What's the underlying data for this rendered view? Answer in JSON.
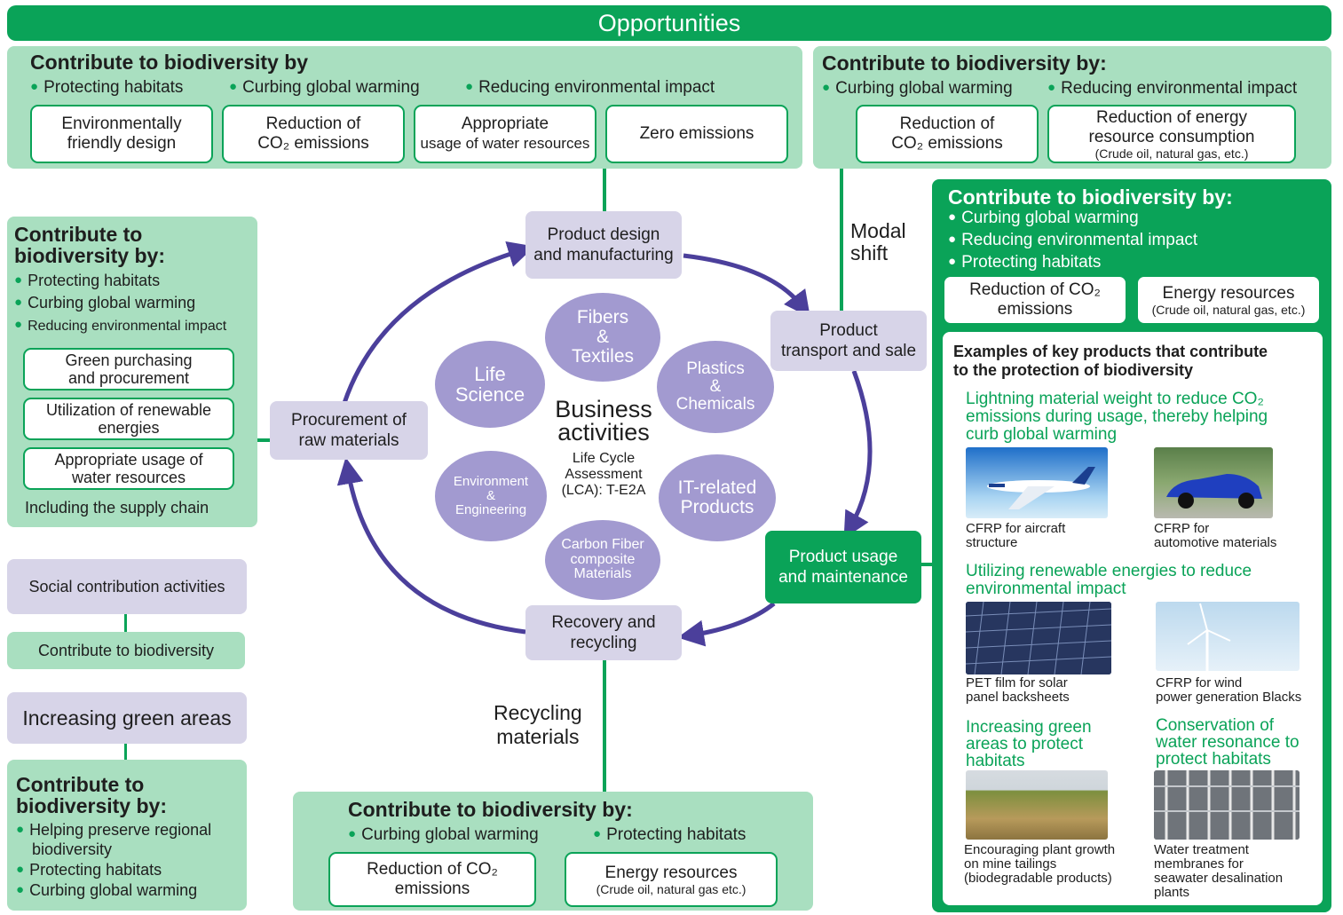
{
  "banner": "Opportunities",
  "top_left": {
    "title": "Contribute to biodiversity by",
    "bullets": [
      "Protecting habitats",
      "Curbing global warming",
      "Reducing environmental impact"
    ],
    "boxes": [
      {
        "l1": "Environmentally",
        "l2": "friendly design"
      },
      {
        "l1": "Reduction of",
        "l2": "CO₂ emissions"
      },
      {
        "l1": "Appropriate",
        "l2": "usage of water resources"
      },
      {
        "l1": "Zero emissions"
      }
    ]
  },
  "top_right": {
    "title": "Contribute to biodiversity by:",
    "bullets": [
      "Curbing global warming",
      "Reducing environmental impact"
    ],
    "boxes": [
      {
        "l1": "Reduction of",
        "l2": "CO₂ emissions"
      },
      {
        "l1": "Reduction of energy",
        "l2": "resource consumption",
        "l3": "(Crude oil, natural gas, etc.)"
      }
    ]
  },
  "left_panel": {
    "title_l1": "Contribute to",
    "title_l2": "biodiversity by:",
    "bullets": [
      "Protecting habitats",
      "Curbing global warming",
      "Reducing environmental impact"
    ],
    "boxes": [
      {
        "l1": "Green purchasing",
        "l2": "and procurement"
      },
      {
        "l1": "Utilization of renewable",
        "l2": "energies"
      },
      {
        "l1": "Appropriate usage of",
        "l2": "water resources"
      }
    ],
    "footer": "Including the supply chain"
  },
  "social": {
    "activities": "Social contribution activities",
    "contribute": "Contribute to biodiversity",
    "green_areas": "Increasing green areas"
  },
  "bottom_left": {
    "title_l1": "Contribute to",
    "title_l2": "biodiversity by:",
    "bullets": [
      "Helping preserve regional",
      "biodiversity",
      "Protecting habitats",
      "Curbing global warming"
    ]
  },
  "bottom_center": {
    "title": "Contribute to biodiversity by:",
    "bullets": [
      "Curbing global warming",
      "Protecting habitats"
    ],
    "boxes": [
      {
        "l1": "Reduction of CO₂",
        "l2": "emissions"
      },
      {
        "l1": "Energy resources",
        "l2": "(Crude oil, natural gas etc.)"
      }
    ]
  },
  "right_panel": {
    "title": "Contribute to biodiversity by:",
    "bullets": [
      "Curbing global warming",
      "Reducing environmental impact",
      "Protecting habitats"
    ],
    "boxes": [
      {
        "l1": "Reduction of CO₂",
        "l2": "emissions"
      },
      {
        "l1": "Energy resources",
        "l2": "(Crude oil, natural gas, etc.)"
      }
    ],
    "examples_title_l1": "Examples of key products that contribute",
    "examples_title_l2": "to the protection of biodiversity",
    "section1": [
      "Lightning material weight to reduce CO₂",
      "emissions during usage, thereby helping",
      "curb global warming"
    ],
    "cap_aircraft": [
      "CFRP for aircraft",
      "structure"
    ],
    "cap_auto": [
      "CFRP for",
      "automotive materials"
    ],
    "section2": [
      "Utilizing renewable energies to reduce",
      "environmental impact"
    ],
    "cap_solar": [
      "PET film for solar",
      "panel backsheets"
    ],
    "cap_wind": [
      "CFRP for wind",
      "power generation Blacks"
    ],
    "section3": [
      "Increasing green",
      "areas to protect",
      "habitats"
    ],
    "section4": [
      "Conservation of",
      "water resonance to",
      "protect habitats"
    ],
    "cap_plant": [
      "Encouraging plant growth",
      "on mine tailings",
      "(biodegradable products)"
    ],
    "cap_water": [
      "Water treatment",
      "membranes for",
      "seawater desalination",
      "plants"
    ]
  },
  "cycle": {
    "design": [
      "Product design",
      "and manufacturing"
    ],
    "transport": [
      "Product",
      "transport and sale"
    ],
    "usage": [
      "Product usage",
      "and maintenance"
    ],
    "recovery": [
      "Recovery and",
      "recycling"
    ],
    "procurement": [
      "Procurement of",
      "raw materials"
    ],
    "modal_shift": [
      "Modal",
      "shift"
    ],
    "recycling_materials": [
      "Recycling",
      "materials"
    ]
  },
  "center": {
    "business": [
      "Business",
      "activities"
    ],
    "lca": [
      "Life Cycle",
      "Assessment",
      "(LCA): T-E2A"
    ],
    "circles": {
      "fibers": [
        "Fibers",
        "&",
        "Textiles"
      ],
      "plastics": [
        "Plastics",
        "&",
        "Chemicals"
      ],
      "it": [
        "IT-related",
        "Products"
      ],
      "carbon": [
        "Carbon Fiber",
        "composite",
        "Materials"
      ],
      "env": [
        "Environment",
        "&",
        "Engineering"
      ],
      "life": [
        "Life",
        "Science"
      ]
    }
  },
  "colors": {
    "green": "#0aa358",
    "light_green": "#a9dfc0",
    "lavender": "#d7d4e8",
    "circle": "#a29ad0",
    "arrow": "#4b3f9b"
  }
}
